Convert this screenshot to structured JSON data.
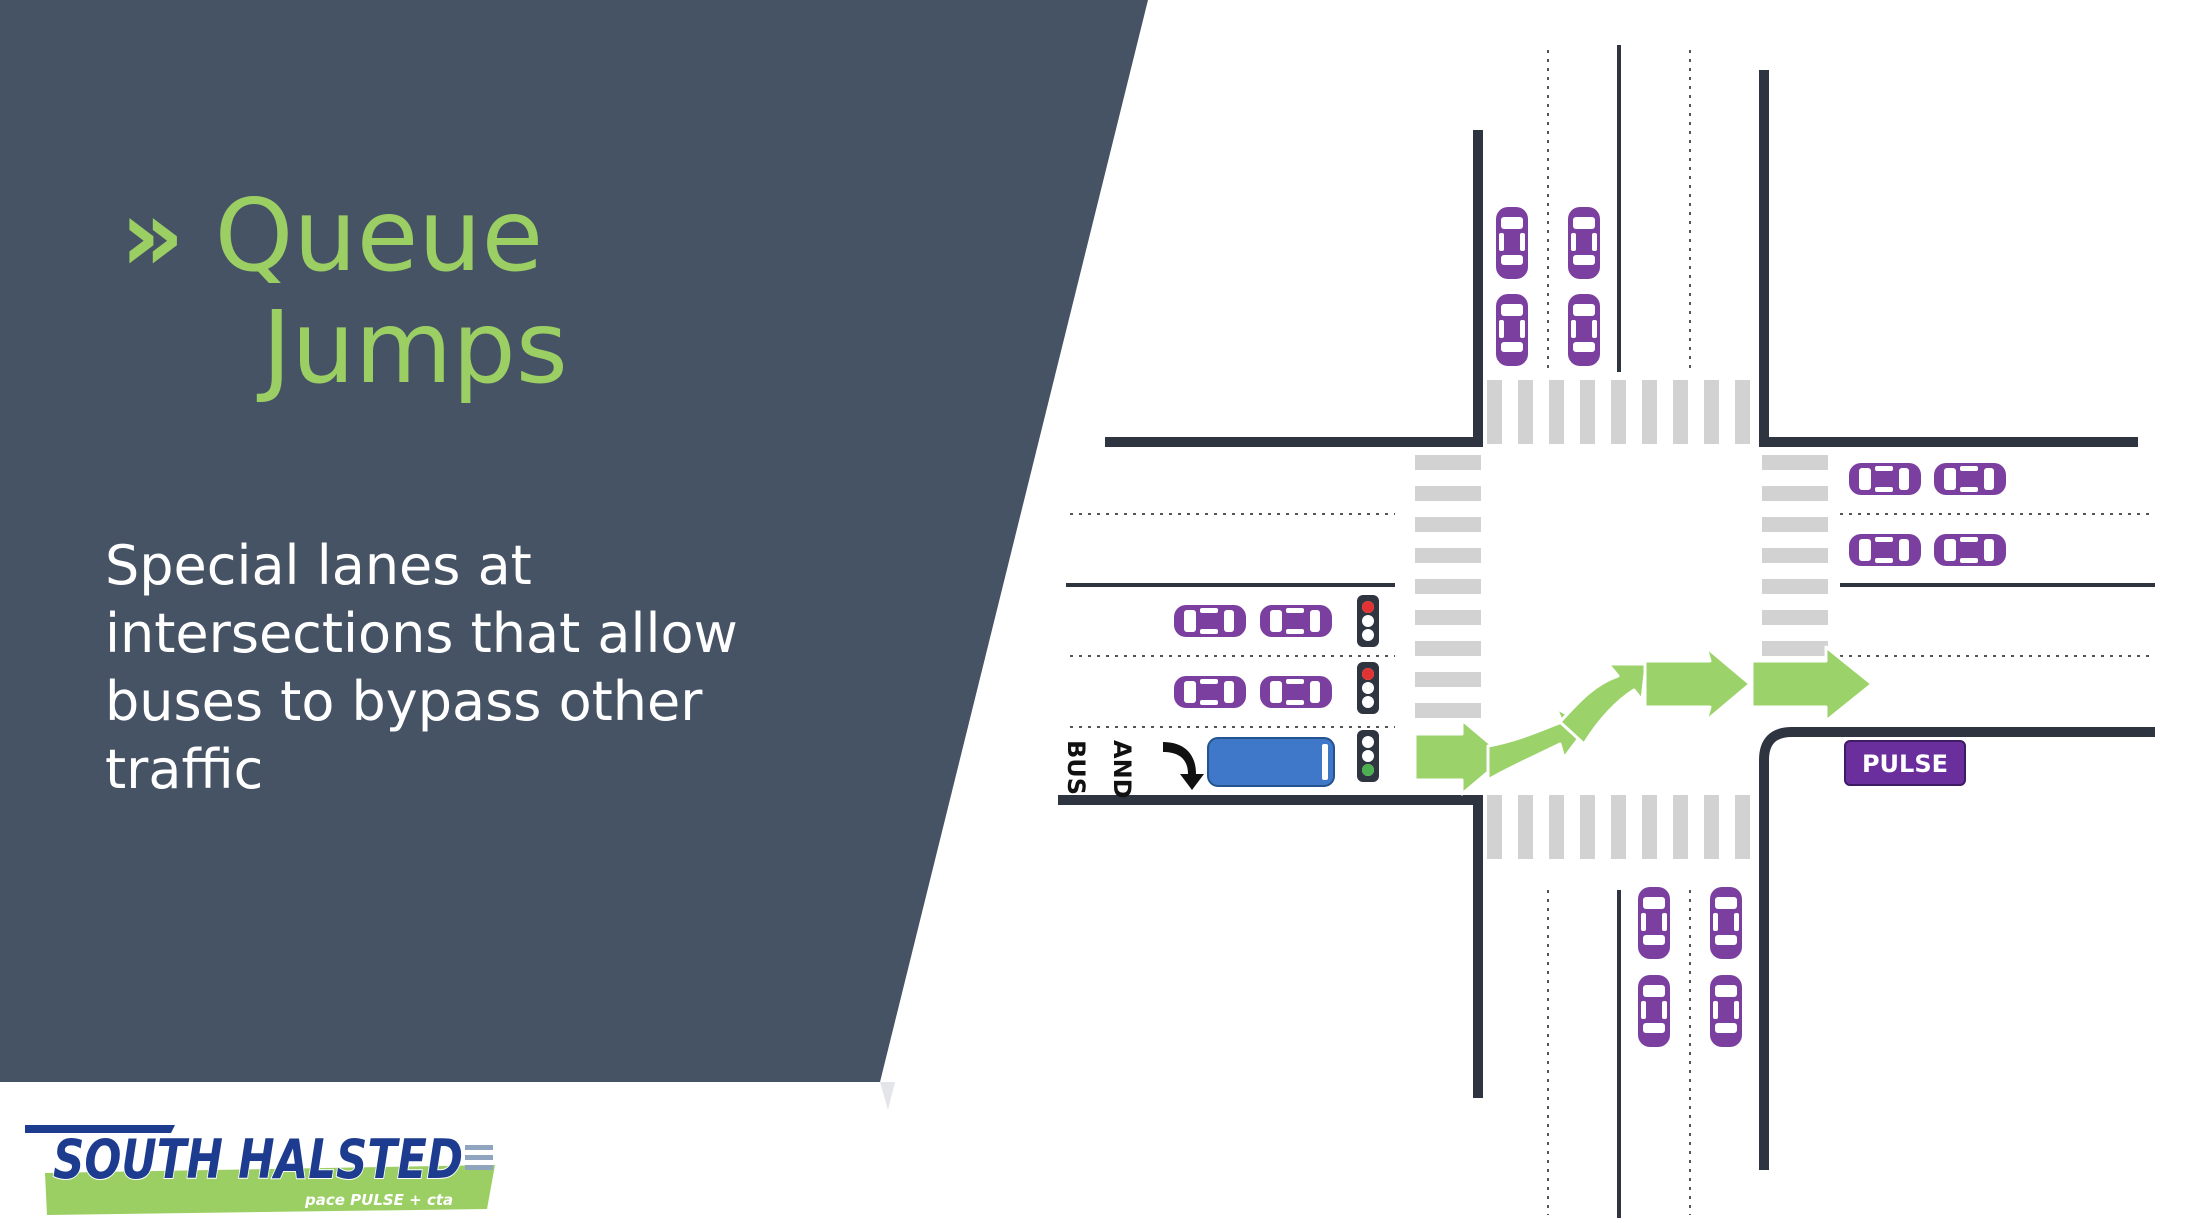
{
  "title": {
    "chevron": "»",
    "line1": "Queue",
    "line2": "Jumps"
  },
  "body_text": "Special lanes at intersections that allow buses to bypass other traffic",
  "diagram": {
    "marking_bus": "BUS",
    "marking_and": "AND",
    "pulse_sign": "PULSE"
  },
  "logo": {
    "main_text": "SOUTH HALSTED",
    "partners_text": "pace PULSE + cta"
  },
  "colors": {
    "panel": "#465365",
    "accent_green": "#9BCF63",
    "car_purple": "#7B3FA0",
    "bus_blue": "#3F78C8",
    "road_line": "#2E3440",
    "crosswalk": "#D2D2D2",
    "arrow_green": "#9BD26A",
    "pulse_purple": "#6A2F9C"
  }
}
